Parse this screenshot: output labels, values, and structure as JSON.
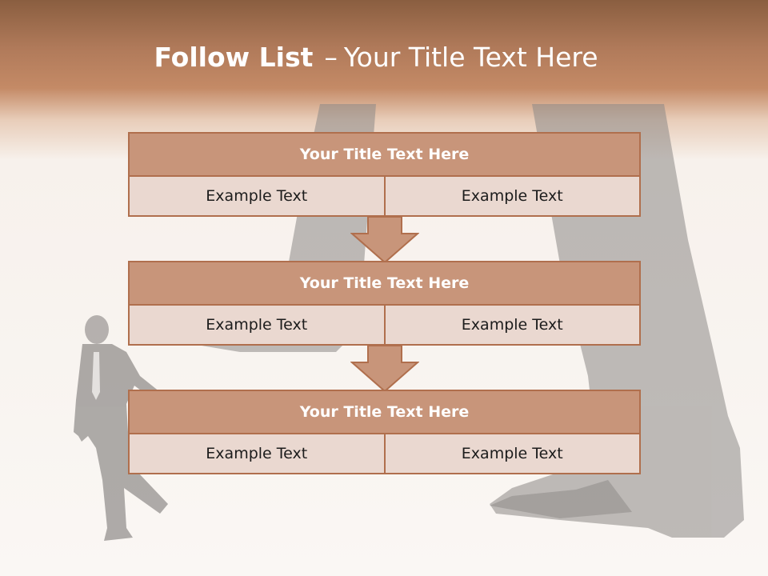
{
  "slide": {
    "title_bold": "Follow List",
    "title_dash": "–",
    "title_rest": "Your Title Text Here"
  },
  "blocks": [
    {
      "title": "Your Title Text Here",
      "cells": [
        "Example Text",
        "Example Text"
      ]
    },
    {
      "title": "Your Title Text Here",
      "cells": [
        "Example Text",
        "Example Text"
      ]
    },
    {
      "title": "Your Title Text Here",
      "cells": [
        "Example Text",
        "Example Text"
      ]
    }
  ],
  "colors": {
    "header_fill": "#c8957a",
    "border": "#b06f4d",
    "cell_fill": "#ead8d0",
    "banner": "#b07a5a"
  },
  "icons": [
    "down-arrow-icon",
    "down-arrow-icon"
  ]
}
